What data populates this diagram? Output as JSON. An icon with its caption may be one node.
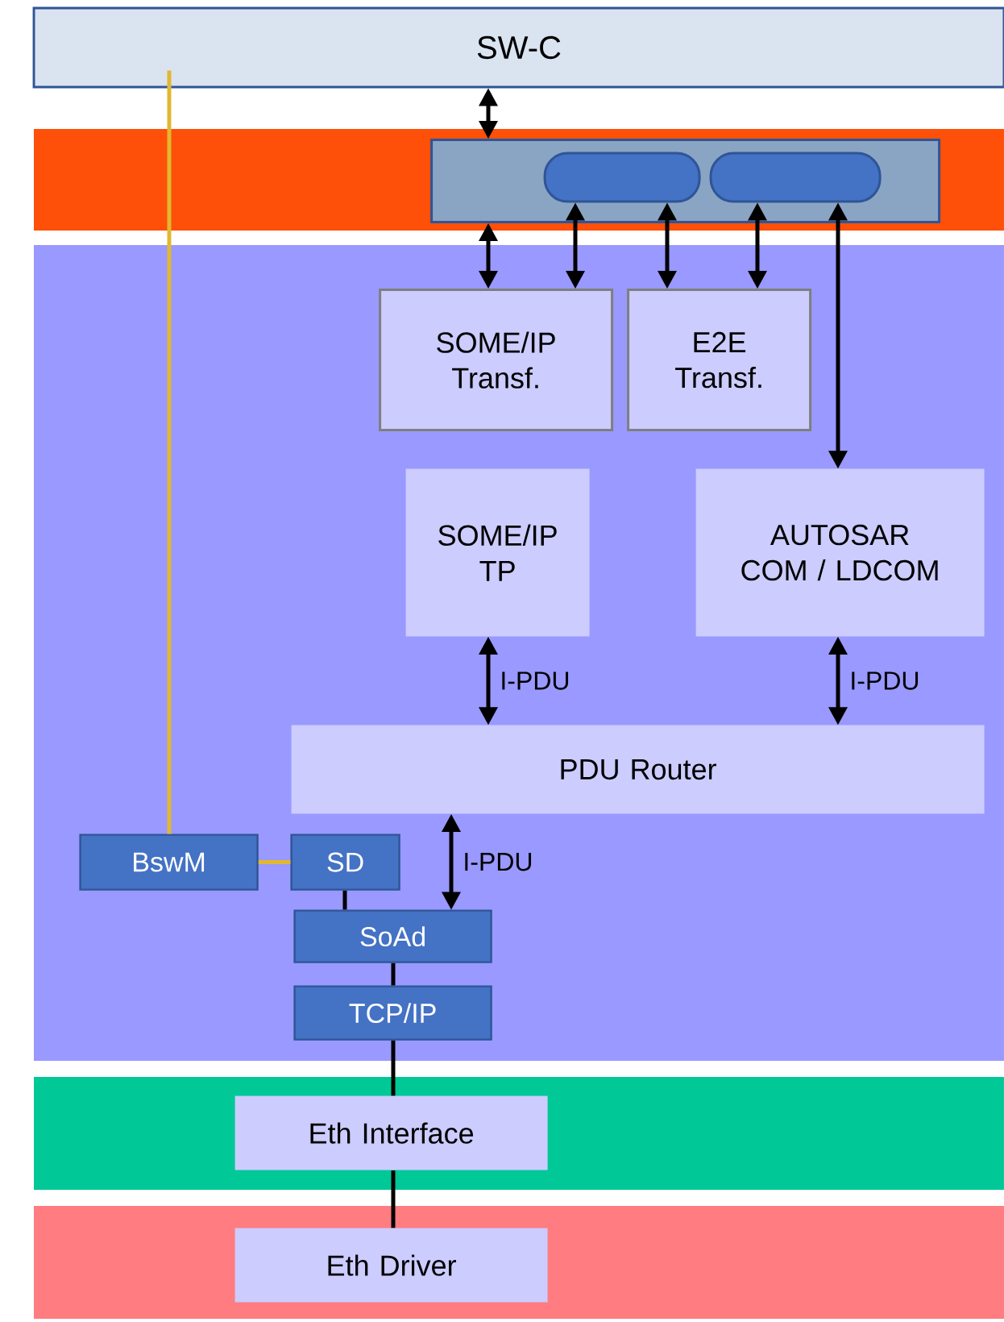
{
  "diagram": {
    "nodes": [
      {
        "text": [
          "SW-C"
        ]
      },
      {
        "text": [],
        "shape": "band"
      },
      {
        "text": [],
        "shape": "box",
        "in": 1
      },
      {
        "text": [],
        "shape": "pill",
        "in": 2
      },
      {
        "text": [],
        "shape": "pill",
        "in": 2
      },
      {
        "text": [],
        "shape": "band"
      },
      {
        "text": [
          "SOME/IP Transf."
        ],
        "in": 5
      },
      {
        "text": [
          "E2E Transf."
        ],
        "in": 5
      },
      {
        "text": [
          "SOME/IP TP"
        ],
        "in": 5
      },
      {
        "text": [
          "AUTOSAR COM / LDCOM"
        ],
        "in": 5
      },
      {
        "text": [
          "PDU Router"
        ],
        "in": 5
      },
      {
        "text": [
          "BswM"
        ],
        "in": 5
      },
      {
        "text": [
          "SD"
        ],
        "in": 5
      },
      {
        "text": [
          "SoAd"
        ],
        "in": 5
      },
      {
        "text": [
          "TCP/IP"
        ],
        "in": 5
      },
      {
        "text": [],
        "shape": "band"
      },
      {
        "text": [
          "Eth Interface"
        ],
        "in": 15
      },
      {
        "text": [],
        "shape": "band"
      },
      {
        "text": [
          "Eth Driver"
        ],
        "in": 17
      }
    ],
    "edges": [
      {
        "from": 0,
        "to": 2,
        "arrow": "both"
      },
      {
        "from": 6,
        "to": 2,
        "arrow": "both"
      },
      {
        "from": 6,
        "to": 3,
        "arrow": "both"
      },
      {
        "from": 7,
        "to": 3,
        "arrow": "both"
      },
      {
        "from": 7,
        "to": 4,
        "arrow": "both"
      },
      {
        "from": 9,
        "to": 4,
        "arrow": "both"
      },
      {
        "from": 8,
        "to": 10,
        "arrow": "both",
        "label": "I-PDU"
      },
      {
        "from": 9,
        "to": 10,
        "arrow": "both",
        "label": "I-PDU"
      },
      {
        "from": 10,
        "to": 13,
        "arrow": "both",
        "label": "I-PDU"
      },
      {
        "from": 0,
        "to": 11,
        "arrow": "none",
        "color": "#e0b830"
      },
      {
        "from": 11,
        "to": 12,
        "arrow": "none",
        "color": "#e0b830"
      },
      {
        "from": 12,
        "to": 13,
        "arrow": "none"
      },
      {
        "from": 13,
        "to": 14,
        "arrow": "none"
      },
      {
        "from": 14,
        "to": 16,
        "arrow": "none"
      },
      {
        "from": 16,
        "to": 18,
        "arrow": "none"
      }
    ]
  }
}
